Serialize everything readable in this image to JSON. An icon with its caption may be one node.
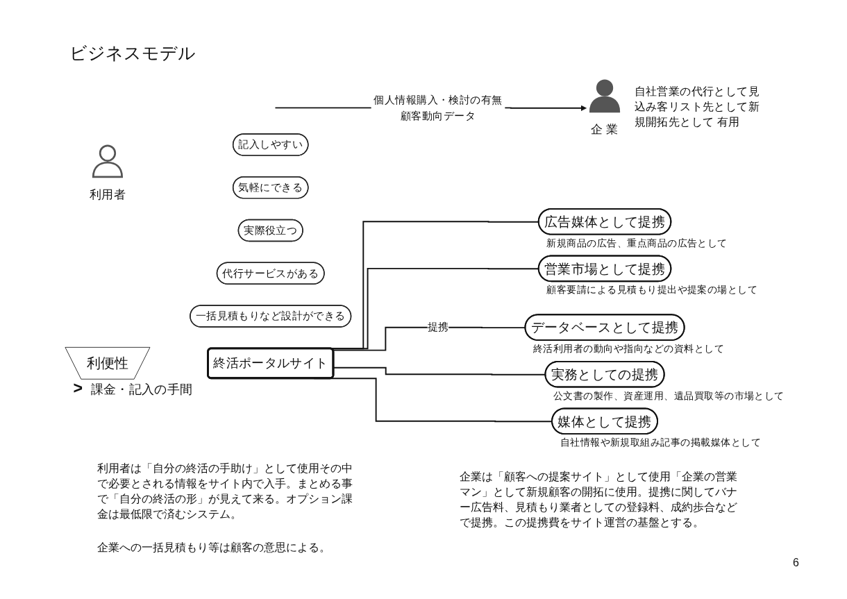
{
  "diagram": {
    "title": "ビジネスモデル",
    "nodes": [
      {
        "text": [
          "利用者"
        ]
      },
      {
        "text": [
          "記入しやすい"
        ]
      },
      {
        "text": [
          "気軽にできる"
        ]
      },
      {
        "text": [
          "実際役立つ"
        ]
      },
      {
        "text": [
          "代行サービスがある"
        ]
      },
      {
        "text": [
          "一括見積もりなど設計ができる"
        ]
      },
      {
        "text": [
          "利便性"
        ],
        "beside": [
          ">",
          "課金・記入の手間"
        ]
      },
      {
        "text": [
          "終活ポータルサイト"
        ]
      },
      {
        "text": [
          "企 業"
        ],
        "beside": [
          "自社営業の代行として見込み客リスト先として新規開拓先として 有用"
        ]
      },
      {
        "text": [
          "広告媒体として提携"
        ],
        "beside": [
          "新規商品の広告、重点商品の広告として"
        ]
      },
      {
        "text": [
          "営業市場として提携"
        ],
        "beside": [
          "顧客要請による見積もり提出や提案の場として"
        ]
      },
      {
        "text": [
          "データベースとして提携"
        ],
        "beside": [
          "終活利用者の動向や指向などの資料として"
        ]
      },
      {
        "text": [
          "実務としての提携"
        ],
        "beside": [
          "公文書の製作、資産運用、遺品買取等の市場として"
        ]
      },
      {
        "text": [
          "媒体として提携"
        ],
        "beside": [
          "自社情報や新規取組み記事の掲載媒体として"
        ]
      }
    ],
    "edges": [
      {
        "from": null,
        "to": 8,
        "arrow": "to",
        "label": "個人情報購入・検討の有無顧客動向データ"
      },
      {
        "from": 7,
        "to": 9,
        "arrow": "none"
      },
      {
        "from": 7,
        "to": 10,
        "arrow": "none"
      },
      {
        "from": 7,
        "to": 11,
        "arrow": "none",
        "label": "提携"
      },
      {
        "from": 7,
        "to": 12,
        "arrow": "none"
      },
      {
        "from": 7,
        "to": 13,
        "arrow": "none"
      }
    ],
    "labels": [
      "利用者は「自分の終活の手助け」として使用その中で必要とされる情報をサイト内で入手。まとめる事で「自分の終活の形」が見えて来る。オプション課金は最低限で済むシステム。",
      "企業は「顧客への提案サイト」として使用「企業の営業マン」として新規顧客の開拓に使用。提携に関してバナー広告料、見積もり業者としての登録料、成約歩合などで提携。この提携費をサイト運営の基盤とする。",
      "企業への一括見積もり等は顧客の意思による。",
      "6"
    ]
  }
}
